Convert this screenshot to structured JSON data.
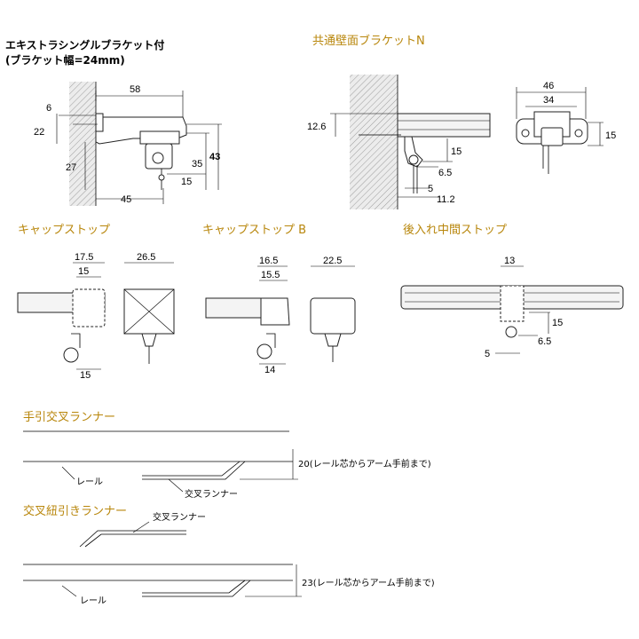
{
  "sections": {
    "extra_bracket": {
      "title_line1": "エキストラシングルブラケット付",
      "title_line2": "(ブラケット幅=24mm)",
      "dims": [
        "58",
        "6",
        "22",
        "27",
        "35",
        "43",
        "15",
        "45"
      ]
    },
    "bracket_n": {
      "title": "共通壁面ブラケットN",
      "side_dims": [
        "12.6",
        "15",
        "6.5",
        "5",
        "11.2"
      ],
      "front_dims": [
        "46",
        "34",
        "15"
      ]
    },
    "cap_stop": {
      "title": "キャップストップ",
      "dims": [
        "17.5",
        "15",
        "26.5",
        "15"
      ]
    },
    "cap_stop_b": {
      "title": "キャップストップ B",
      "dims": [
        "16.5",
        "15.5",
        "22.5",
        "14"
      ]
    },
    "mid_stop": {
      "title": "後入れ中間ストップ",
      "dims": [
        "13",
        "15",
        "6.5",
        "5"
      ]
    },
    "hand_runner": {
      "title": "手引交叉ランナー",
      "rail_label": "レール",
      "runner_label": "交叉ランナー",
      "dim_note": "20(レール芯からアーム手前まで)"
    },
    "cord_runner": {
      "title": "交叉紐引きランナー",
      "runner_label": "交叉ランナー",
      "rail_label": "レール",
      "dim_note": "23(レール芯からアーム手前まで)"
    }
  }
}
